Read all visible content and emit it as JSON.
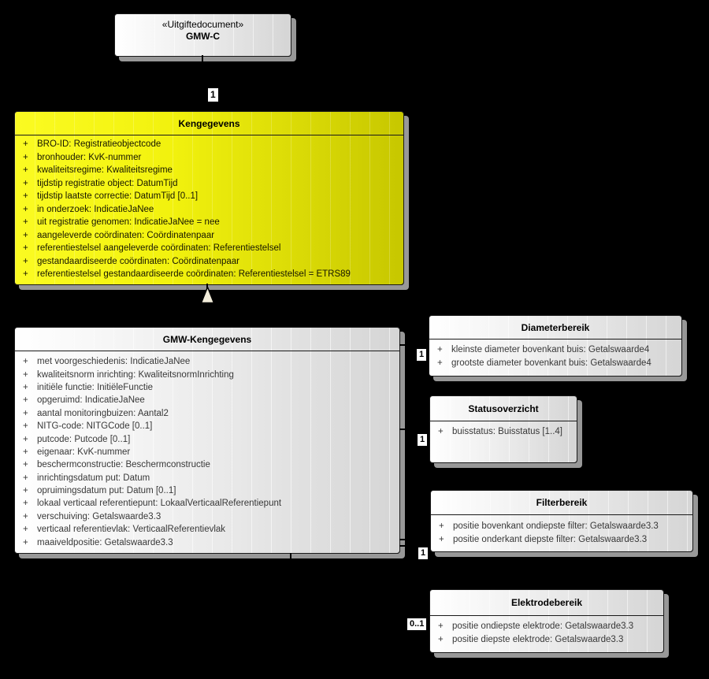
{
  "symbols": {
    "plus": "+"
  },
  "colors": {
    "background": "#000000",
    "class_fill_left": "#ffffff",
    "class_fill_right": "#d5d5d5",
    "highlight_fill_left": "#fbfb22",
    "highlight_fill_right": "#c7c700",
    "shadow": "#989898",
    "generalization_arrow_fill": "#f3edda"
  },
  "document_box": {
    "stereotype": "«Uitgiftedocument»",
    "name": "GMW-C"
  },
  "connections": {
    "document_to_kengegevens": {
      "multiplicity": "1"
    },
    "gmw_to_diameterbereik": {
      "multiplicity": "1"
    },
    "gmw_to_statusoverzicht": {
      "multiplicity": "1"
    },
    "gmw_to_filterbereik": {
      "multiplicity": "1"
    },
    "gmw_to_elektrodebereik": {
      "multiplicity": "0..1"
    }
  },
  "classes": {
    "kengegevens": {
      "title": "Kengegevens",
      "attrs": [
        "BRO-ID: Registratieobjectcode",
        "bronhouder: KvK-nummer",
        "kwaliteitsregime: Kwaliteitsregime",
        "tijdstip registratie object: DatumTijd",
        "tijdstip laatste correctie: DatumTijd [0..1]",
        "in onderzoek: IndicatieJaNee",
        "uit registratie genomen: IndicatieJaNee = nee",
        "aangeleverde coördinaten: Coördinatenpaar",
        "referentiestelsel aangeleverde coördinaten: Referentiestelsel",
        "gestandaardiseerde coördinaten: Coördinatenpaar",
        "referentiestelsel gestandaardiseerde coördinaten: Referentiestelsel = ETRS89"
      ]
    },
    "gmw_kengegevens": {
      "title": "GMW-Kengegevens",
      "attrs": [
        "met voorgeschiedenis: IndicatieJaNee",
        "kwaliteitsnorm inrichting: KwaliteitsnormInrichting",
        "initiële functie: InitiëleFunctie",
        "opgeruimd: IndicatieJaNee",
        "aantal monitoringbuizen: Aantal2",
        "NITG-code: NITGCode [0..1]",
        "putcode: Putcode [0..1]",
        "eigenaar: KvK-nummer",
        "beschermconstructie: Beschermconstructie",
        "inrichtingsdatum put: Datum",
        "opruimingsdatum put: Datum [0..1]",
        "lokaal verticaal referentiepunt: LokaalVerticaalReferentiepunt",
        "verschuiving: Getalswaarde3.3",
        "verticaal referentievlak: VerticaalReferentievlak",
        "maaiveldpositie: Getalswaarde3.3"
      ]
    },
    "diameterbereik": {
      "title": "Diameterbereik",
      "attrs": [
        "kleinste diameter bovenkant buis: Getalswaarde4",
        "grootste diameter bovenkant buis: Getalswaarde4"
      ]
    },
    "statusoverzicht": {
      "title": "Statusoverzicht",
      "attrs": [
        "buisstatus: Buisstatus [1..4]"
      ]
    },
    "filterbereik": {
      "title": "Filterbereik",
      "attrs": [
        "positie bovenkant ondiepste filter: Getalswaarde3.3",
        "positie onderkant diepste filter: Getalswaarde3.3"
      ]
    },
    "elektrodebereik": {
      "title": "Elektrodebereik",
      "attrs": [
        "positie ondiepste elektrode: Getalswaarde3.3",
        "positie diepste elektrode: Getalswaarde3.3"
      ]
    }
  }
}
